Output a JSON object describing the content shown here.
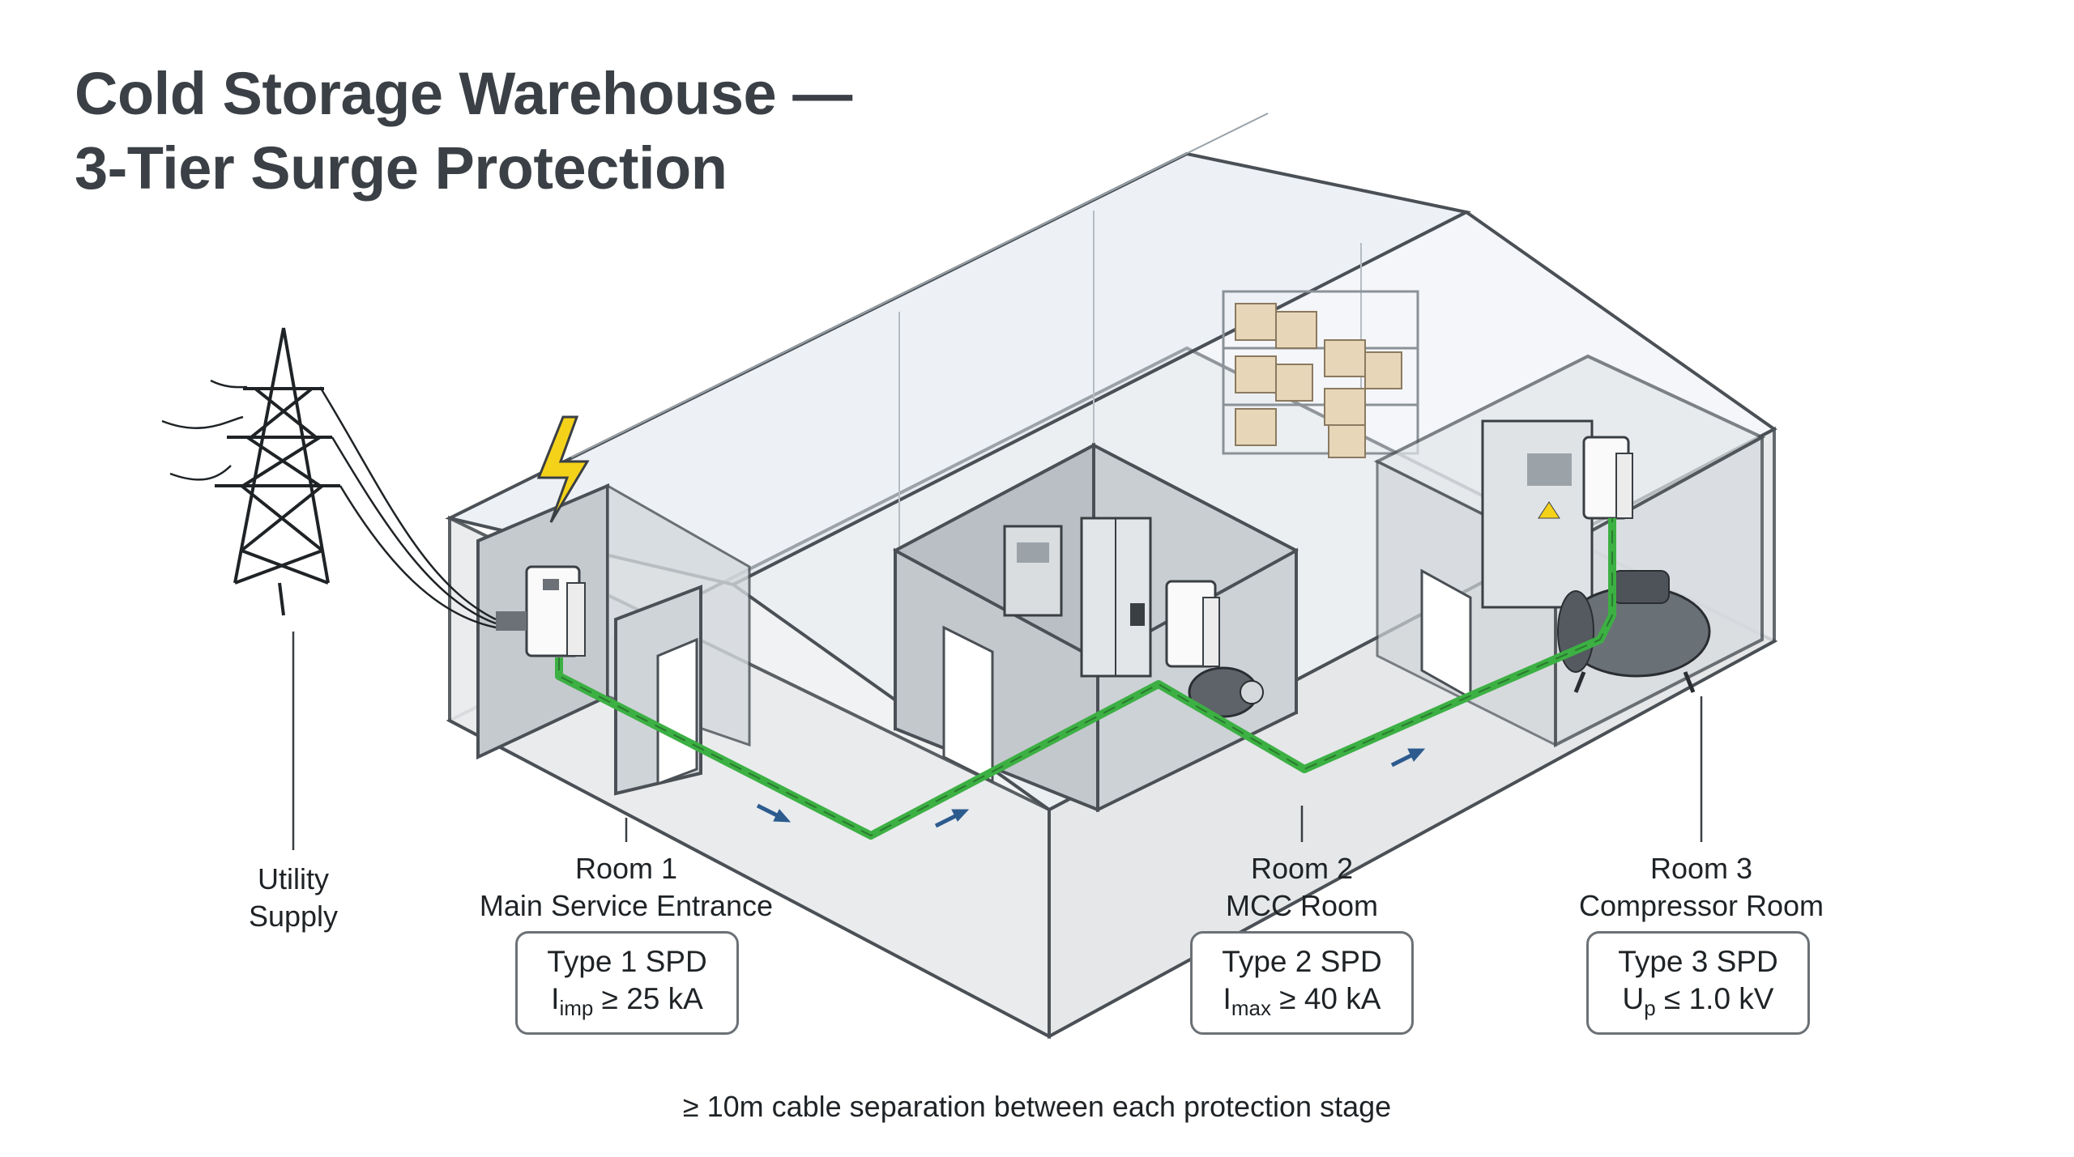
{
  "title": {
    "line1": "Cold Storage Warehouse —",
    "line2": "3-Tier Surge Protection"
  },
  "utility": {
    "line1": "Utility",
    "line2": "Supply"
  },
  "rooms": [
    {
      "name": "Room 1",
      "desc": "Main Service Entrance",
      "spd_type": "Type 1 SPD",
      "spec_symbol": "I",
      "spec_sub": "imp",
      "spec_value": "≥ 25 kA"
    },
    {
      "name": "Room 2",
      "desc": "MCC Room",
      "spd_type": "Type 2 SPD",
      "spec_symbol": "I",
      "spec_sub": "max",
      "spec_value": "≥ 40 kA"
    },
    {
      "name": "Room 3",
      "desc": "Compressor Room",
      "spd_type": "Type 3 SPD",
      "spec_symbol": "U",
      "spec_sub": "p",
      "spec_value": "≤ 1.0 kV"
    }
  ],
  "footnote": "≥ 10m cable separation between each protection stage",
  "colors": {
    "cable": "#3cb043",
    "lightning": "#f5d21a",
    "arrow": "#2d5b8e",
    "wall_fill": "#cdd2d6",
    "outline": "#4a5055"
  }
}
